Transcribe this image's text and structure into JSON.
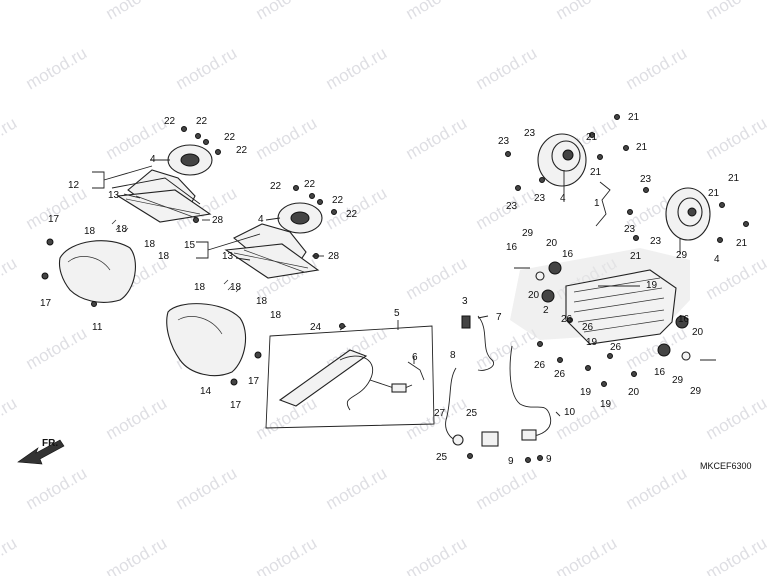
{
  "diagram": {
    "code": "MKCEF6300",
    "front_label": "FR.",
    "watermark": "motod.ru",
    "callouts": [
      {
        "id": "c1",
        "text": "22"
      },
      {
        "id": "c2",
        "text": "22"
      },
      {
        "id": "c3",
        "text": "22"
      },
      {
        "id": "c4",
        "text": "22"
      },
      {
        "id": "c5",
        "text": "4"
      },
      {
        "id": "c6",
        "text": "12"
      },
      {
        "id": "c7",
        "text": "13"
      },
      {
        "id": "c8",
        "text": "28"
      },
      {
        "id": "c9",
        "text": "17"
      },
      {
        "id": "c10",
        "text": "18"
      },
      {
        "id": "c11",
        "text": "18"
      },
      {
        "id": "c12",
        "text": "18"
      },
      {
        "id": "c13",
        "text": "18"
      },
      {
        "id": "c14",
        "text": "17"
      },
      {
        "id": "c15",
        "text": "11"
      },
      {
        "id": "c16",
        "text": "22"
      },
      {
        "id": "c17",
        "text": "22"
      },
      {
        "id": "c18",
        "text": "22"
      },
      {
        "id": "c19",
        "text": "22"
      },
      {
        "id": "c20",
        "text": "4"
      },
      {
        "id": "c21",
        "text": "15"
      },
      {
        "id": "c22",
        "text": "13"
      },
      {
        "id": "c23",
        "text": "28"
      },
      {
        "id": "c24",
        "text": "18"
      },
      {
        "id": "c25",
        "text": "18"
      },
      {
        "id": "c26",
        "text": "18"
      },
      {
        "id": "c27",
        "text": "18"
      },
      {
        "id": "c28",
        "text": "14"
      },
      {
        "id": "c29",
        "text": "17"
      },
      {
        "id": "c30",
        "text": "17"
      },
      {
        "id": "c31",
        "text": "24"
      },
      {
        "id": "c32",
        "text": "5"
      },
      {
        "id": "c33",
        "text": "6"
      },
      {
        "id": "c34",
        "text": "3"
      },
      {
        "id": "c35",
        "text": "7"
      },
      {
        "id": "c36",
        "text": "8"
      },
      {
        "id": "c37",
        "text": "27"
      },
      {
        "id": "c38",
        "text": "25"
      },
      {
        "id": "c39",
        "text": "25"
      },
      {
        "id": "c40",
        "text": "9"
      },
      {
        "id": "c41",
        "text": "9"
      },
      {
        "id": "c42",
        "text": "10"
      },
      {
        "id": "c43",
        "text": "21"
      },
      {
        "id": "c44",
        "text": "21"
      },
      {
        "id": "c45",
        "text": "21"
      },
      {
        "id": "c46",
        "text": "21"
      },
      {
        "id": "c47",
        "text": "23"
      },
      {
        "id": "c48",
        "text": "23"
      },
      {
        "id": "c49",
        "text": "23"
      },
      {
        "id": "c50",
        "text": "23"
      },
      {
        "id": "c51",
        "text": "4"
      },
      {
        "id": "c52",
        "text": "1"
      },
      {
        "id": "c53",
        "text": "23"
      },
      {
        "id": "c54",
        "text": "23"
      },
      {
        "id": "c55",
        "text": "23"
      },
      {
        "id": "c56",
        "text": "21"
      },
      {
        "id": "c57",
        "text": "21"
      },
      {
        "id": "c58",
        "text": "21"
      },
      {
        "id": "c59",
        "text": "21"
      },
      {
        "id": "c60",
        "text": "4"
      },
      {
        "id": "c61",
        "text": "29"
      },
      {
        "id": "c62",
        "text": "29"
      },
      {
        "id": "c63",
        "text": "16"
      },
      {
        "id": "c64",
        "text": "20"
      },
      {
        "id": "c65",
        "text": "16"
      },
      {
        "id": "c66",
        "text": "20"
      },
      {
        "id": "c67",
        "text": "2"
      },
      {
        "id": "c68",
        "text": "19"
      },
      {
        "id": "c69",
        "text": "26"
      },
      {
        "id": "c70",
        "text": "26"
      },
      {
        "id": "c71",
        "text": "19"
      },
      {
        "id": "c72",
        "text": "26"
      },
      {
        "id": "c73",
        "text": "26"
      },
      {
        "id": "c74",
        "text": "26"
      },
      {
        "id": "c75",
        "text": "19"
      },
      {
        "id": "c76",
        "text": "19"
      },
      {
        "id": "c77",
        "text": "20"
      },
      {
        "id": "c78",
        "text": "16"
      },
      {
        "id": "c79",
        "text": "20"
      },
      {
        "id": "c80",
        "text": "16"
      },
      {
        "id": "c81",
        "text": "29"
      },
      {
        "id": "c82",
        "text": "29"
      }
    ]
  }
}
